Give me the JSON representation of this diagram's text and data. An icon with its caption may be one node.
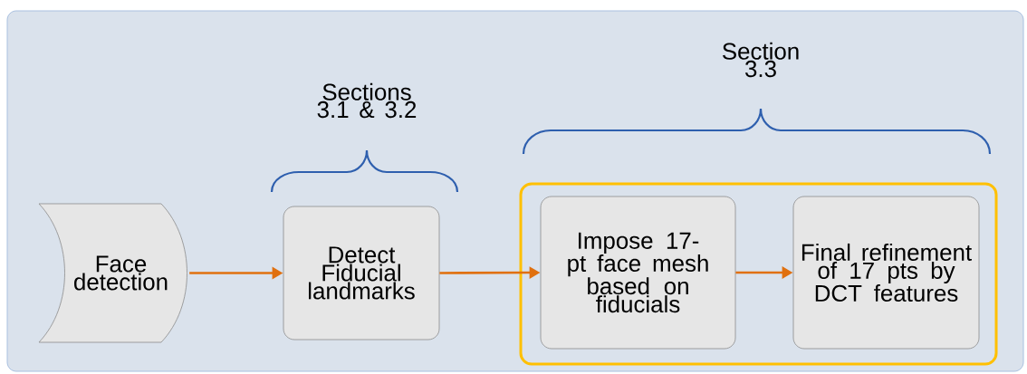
{
  "diagram": {
    "nodes": [
      {
        "text": [
          "Face detection"
        ]
      },
      {
        "text": [
          "Detect Fiducial landmarks"
        ]
      },
      {
        "text": [],
        "shape": "box"
      },
      {
        "text": [
          "Impose 17-pt face mesh based on fiducials"
        ],
        "in": 2
      },
      {
        "text": [
          "Final refinement of 17 pts by DCT features"
        ],
        "in": 2
      }
    ],
    "edges": [
      {
        "from": 0,
        "to": 1,
        "arrow": "to"
      },
      {
        "from": 1,
        "to": 3,
        "arrow": "to"
      },
      {
        "from": 3,
        "to": 4,
        "arrow": "to"
      }
    ],
    "labels": [
      "Sections 3.1 & 3.2",
      "Section 3.3"
    ]
  }
}
